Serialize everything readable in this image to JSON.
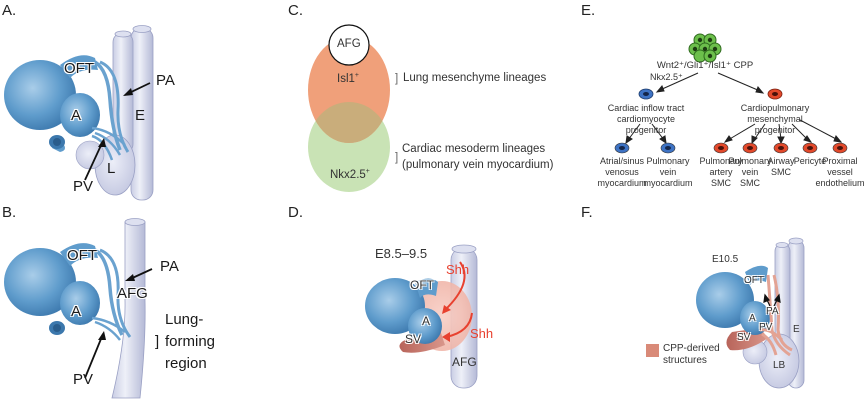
{
  "panels": {
    "A": {
      "letter": "A.",
      "labels": {
        "oft": "OFT",
        "pa": "PA",
        "a": "A",
        "e": "E",
        "pv": "PV",
        "l": "L"
      }
    },
    "B": {
      "letter": "B.",
      "labels": {
        "oft": "OFT",
        "pa": "PA",
        "afg": "AFG",
        "a": "A",
        "pv": "PV"
      },
      "region_bracket": "]",
      "region_line1": "Lung-",
      "region_line2": "forming",
      "region_line3": "region"
    },
    "C": {
      "letter": "C.",
      "afg": "AFG",
      "isl1": "Isl1",
      "isl1_sup": "+",
      "nkx": "Nkx2.5",
      "nkx_sup": "+",
      "bracket1": "]",
      "lung_lineages": "Lung mesenchyme lineages",
      "bracket2": "]",
      "cardiac_line1": "Cardiac mesoderm lineages",
      "cardiac_line2": "(pulmonary vein myocardium)",
      "colors": {
        "isl1": "#f0a07a",
        "nkx": "#c9e3b5",
        "overlap": "#c9ad7b"
      }
    },
    "D": {
      "letter": "D.",
      "stage": "E8.5–9.5",
      "labels": {
        "oft": "OFT",
        "a": "A",
        "sv": "SV",
        "afg": "AFG"
      },
      "signal1": "Shh",
      "signal2": "Shh",
      "signal_color": "#e8412f"
    },
    "E": {
      "letter": "E.",
      "root": "Wnt2⁺/Gli1⁺/Isl1⁺ CPP",
      "edge_label": "Nkx2.5⁺",
      "left_node_line1": "Cardiac inflow tract",
      "left_node_line2": "cardiomyocyte progenitor",
      "right_node_line1": "Cardiopulmonary mesenchymal",
      "right_node_line2": "progenitor",
      "left_children": [
        {
          "lines": [
            "Atrial/sinus",
            "venosus",
            "myocardium"
          ]
        },
        {
          "lines": [
            "Pulmonary",
            "vein",
            "myocardium"
          ]
        }
      ],
      "right_children": [
        {
          "lines": [
            "Pulmonary",
            "artery",
            "SMC"
          ]
        },
        {
          "lines": [
            "Pulmonary",
            "vein",
            "SMC"
          ]
        },
        {
          "lines": [
            "Airway",
            "SMC"
          ]
        },
        {
          "lines": [
            "Pericyte"
          ]
        },
        {
          "lines": [
            "Proximal",
            "vessel",
            "endothelium"
          ]
        }
      ],
      "colors": {
        "root": "#6cbf4b",
        "blue": "#3e73c4",
        "red": "#e2492b"
      }
    },
    "F": {
      "letter": "F.",
      "stage": "E10.5",
      "labels": {
        "oft": "OFT",
        "pa": "PA",
        "a": "A",
        "pv": "PV",
        "sv": "SV",
        "e": "E",
        "lb": "LB"
      },
      "legend_line1": "CPP-derived",
      "legend_line2": "structures",
      "legend_color": "#d98a78"
    }
  }
}
